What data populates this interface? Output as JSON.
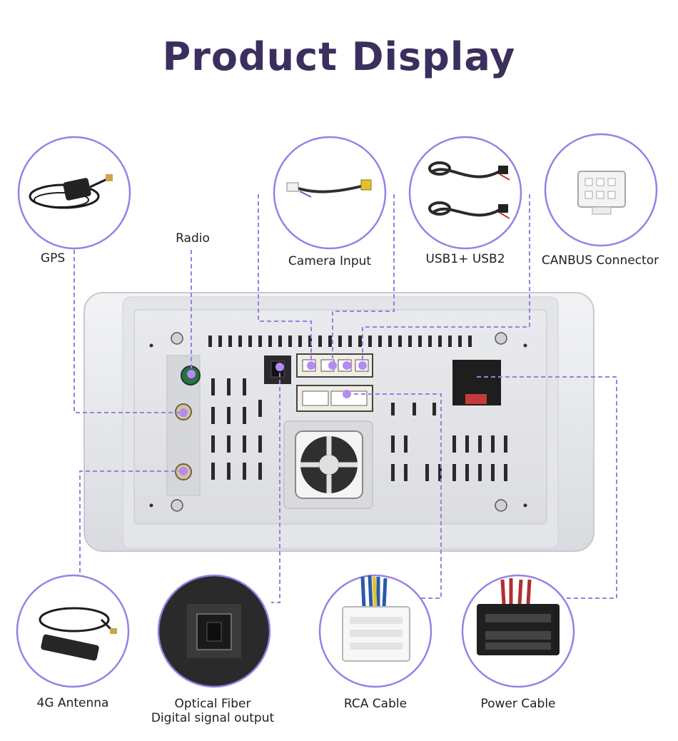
{
  "title": "Product Display",
  "colors": {
    "title": "#3b2f5e",
    "accent": "#9a7fe6",
    "marker": "#b28cf2"
  },
  "labels": {
    "gps": "GPS",
    "radio": "Radio",
    "camera_input": "Camera Input",
    "usb": "USB1+ USB2",
    "canbus": "CANBUS Connector",
    "antenna_4g": "4G Antenna",
    "optical_line1": "Optical Fiber",
    "optical_line2": "Digital signal output",
    "rca": "RCA Cable",
    "power": "Power Cable"
  }
}
